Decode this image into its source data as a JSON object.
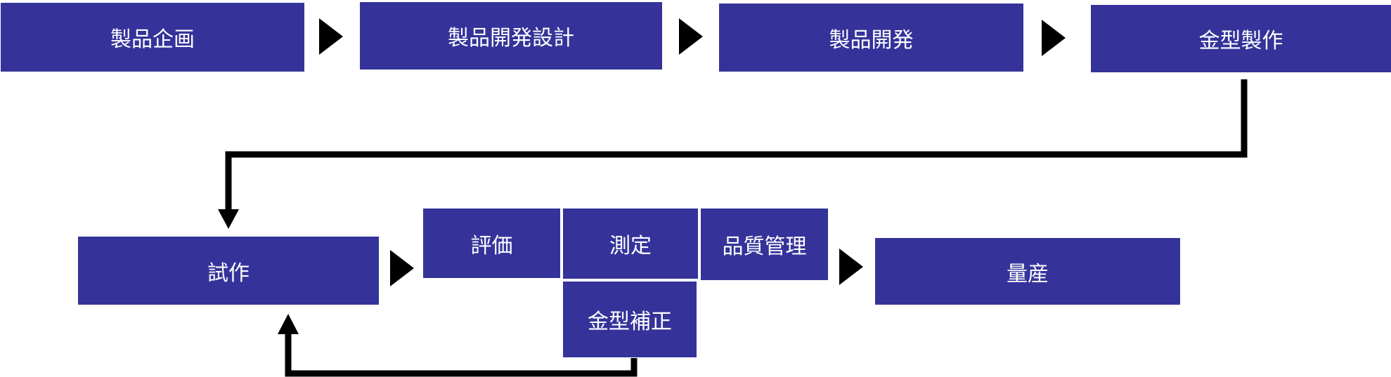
{
  "colors": {
    "box": "#35339a",
    "text": "#ffffff",
    "line": "#000000"
  },
  "row1": {
    "planning": "製品企画",
    "dev_design": "製品開発設計",
    "development": "製品開発",
    "mold_making": "金型製作"
  },
  "row2": {
    "prototype": "試作",
    "evaluation": "評価",
    "measurement": "測定",
    "quality_control": "品質管理",
    "mold_correction": "金型補正",
    "mass_production": "量産"
  }
}
